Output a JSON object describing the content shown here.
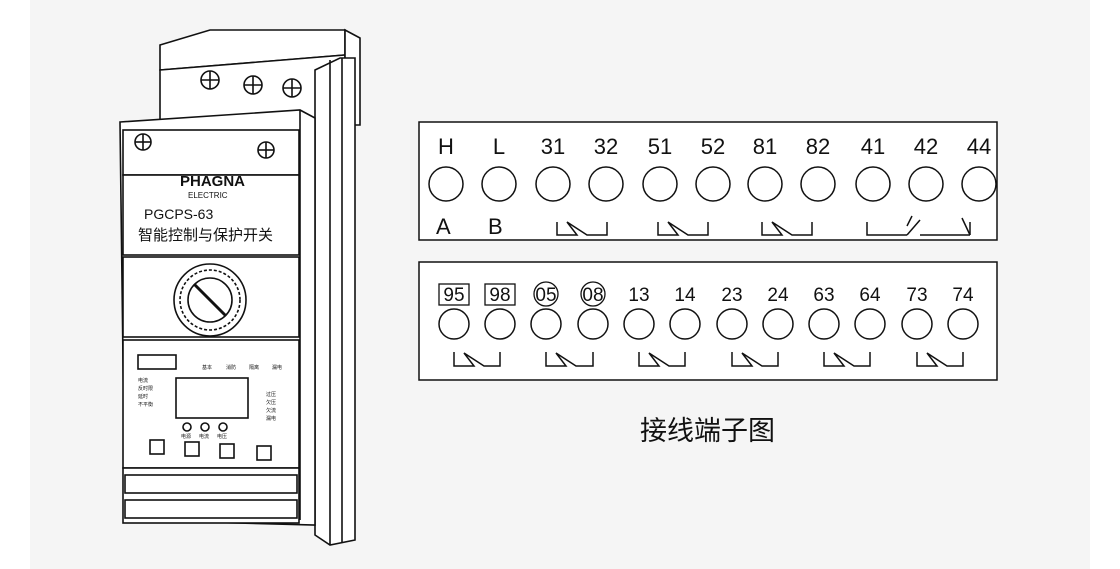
{
  "device": {
    "brand": "PHAGNA",
    "brand_sub": "ELECTRIC",
    "model": "PGCPS-63",
    "name_cn": "智能控制与保护开关",
    "led_labels": [
      "基本",
      "消防",
      "隔离",
      "漏电"
    ],
    "left_indicators": [
      "电流",
      "反时限",
      "延时",
      "不平衡"
    ],
    "right_indicators": [
      "过压",
      "欠压",
      "欠流",
      "漏电"
    ],
    "meter_labels": [
      "电源",
      "电流",
      "电压"
    ]
  },
  "panel_top": {
    "top_labels": [
      "H",
      "L",
      "31",
      "32",
      "51",
      "52",
      "81",
      "82",
      "41",
      "42",
      "44"
    ],
    "bottom_labels": [
      "A",
      "B"
    ]
  },
  "panel_bottom": {
    "labels": [
      "95",
      "98",
      "05",
      "08",
      "13",
      "14",
      "23",
      "24",
      "63",
      "64",
      "73",
      "74"
    ]
  },
  "caption": "接线端子图"
}
